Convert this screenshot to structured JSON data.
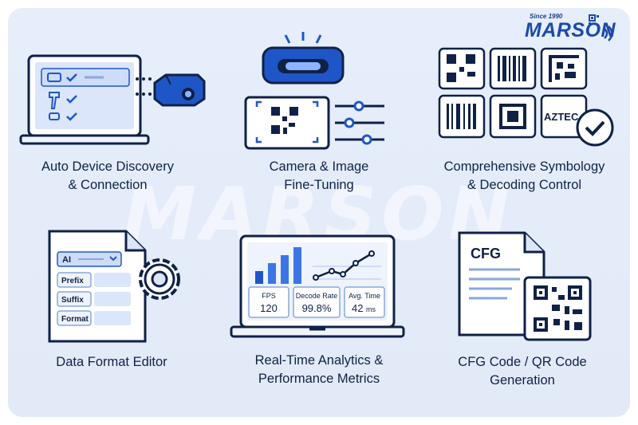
{
  "logo": {
    "since": "Since 1990",
    "brand": "MARSON"
  },
  "watermark": "MARSON",
  "features": [
    {
      "line1": "Auto Device Discovery",
      "line2": "& Connection"
    },
    {
      "line1": "Camera & Image",
      "line2": "Fine-Tuning"
    },
    {
      "line1": "Comprehensive Symbology",
      "line2": "& Decoding Control"
    },
    {
      "line1": "Data Format Editor",
      "line2": ""
    },
    {
      "line1": "Real-Time Analytics &",
      "line2": "Performance Metrics"
    },
    {
      "line1": "CFG Code / QR Code",
      "line2": "Generation"
    }
  ],
  "format_editor": {
    "fields": [
      "AI",
      "Prefix",
      "Suffix",
      "Format"
    ]
  },
  "symbology": {
    "aztec_label": "AZTEC"
  },
  "analytics": {
    "metrics": [
      {
        "label": "FPS",
        "value": "120"
      },
      {
        "label": "Decode Rate",
        "value": "99.8%"
      },
      {
        "label": "Avg. Time",
        "value": "42",
        "unit": "ms"
      }
    ]
  },
  "cfg": {
    "label": "CFG"
  },
  "colors": {
    "primary": "#1f56c7",
    "dark": "#0f2147",
    "light": "#dbe6fa"
  }
}
